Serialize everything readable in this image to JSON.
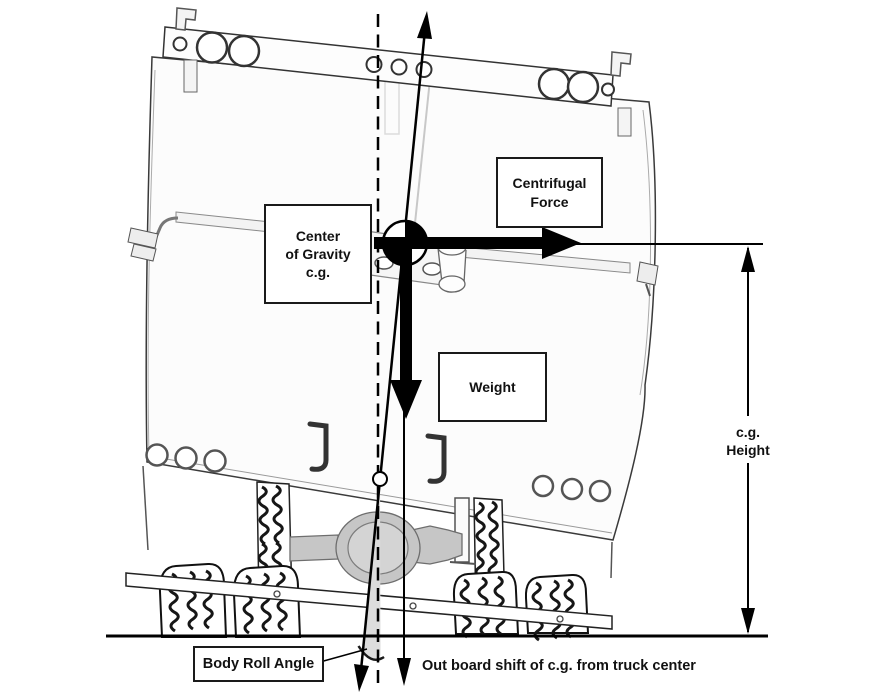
{
  "diagram": {
    "subject": "truck-rollover-forces-rear-view",
    "labels": {
      "center_of_gravity": "Center\nof Gravity\nc.g.",
      "centrifugal_force": "Centrifugal\nForce",
      "weight": "Weight",
      "body_roll_angle": "Body Roll Angle",
      "cg_height": "c.g.\nHeight",
      "outboard_shift": "Out board shift of c.g. from truck center"
    },
    "colors": {
      "ink": "#000000",
      "truck_line": "#3a3a3a",
      "axle_fill": "#c6c6c6",
      "wedge_fill": "#dcdcdc",
      "background": "#ffffff"
    }
  }
}
